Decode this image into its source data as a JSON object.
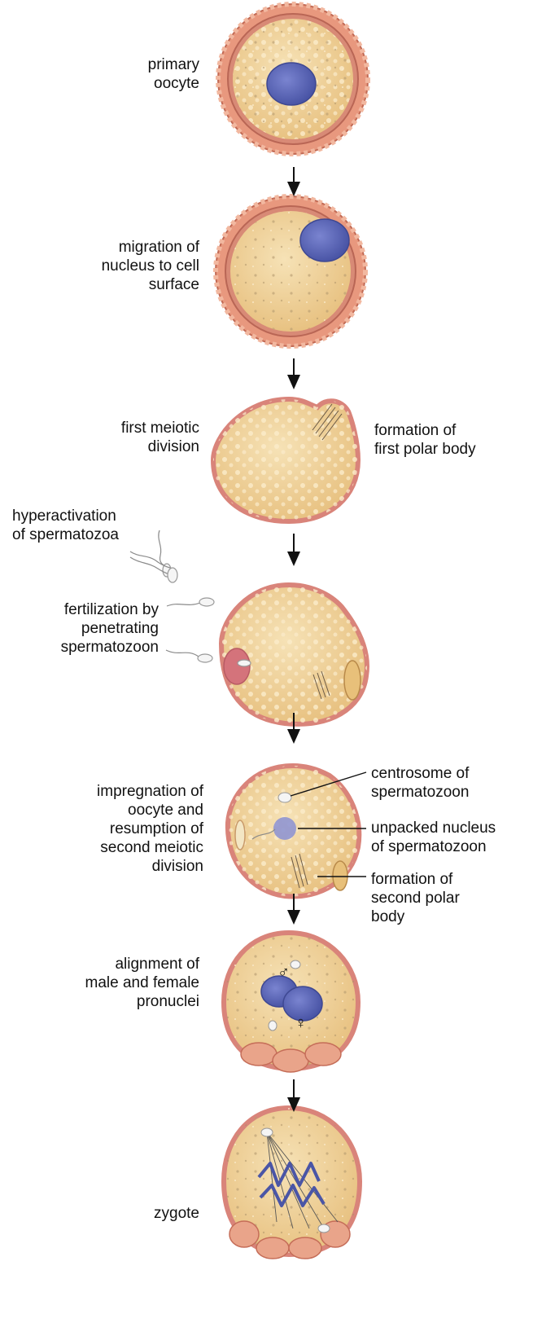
{
  "stages": [
    {
      "id": "primary-oocyte",
      "label": "primary\noocyte"
    },
    {
      "id": "migration",
      "label": "migration of\nnucleus to cell\nsurface"
    },
    {
      "id": "first-meiotic",
      "label": "first meiotic\ndivision",
      "side_label": "formation of\nfirst polar body"
    },
    {
      "id": "hyperactivation",
      "label": "hyperactivation\nof spermatozoa"
    },
    {
      "id": "fertilization",
      "label": "fertilization by\npenetrating\nspermatozoon"
    },
    {
      "id": "impregnation",
      "label": "impregnation of\noocyte and\nresumption of\nsecond meiotic\ndivision",
      "callouts": [
        "centrosome of\nspermatozoon",
        "unpacked nucleus\nof spermatozoon",
        "formation of\nsecond polar\nbody"
      ]
    },
    {
      "id": "alignment",
      "label": "alignment of\nmale and female\npronuclei",
      "symbols": [
        "♂",
        "♀"
      ]
    },
    {
      "id": "zygote",
      "label": "zygote"
    }
  ],
  "colors": {
    "cytoplasm": "#f0d39a",
    "membrane": "#d98876",
    "nucleus": "#5e68b8",
    "corona": "#d9846a",
    "arrow": "#111111"
  }
}
